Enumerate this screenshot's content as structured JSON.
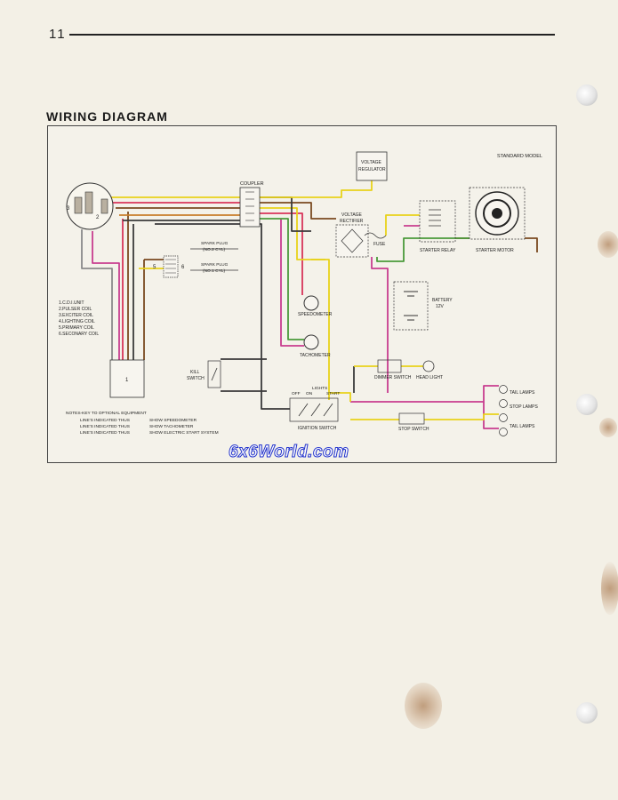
{
  "page": {
    "number": "11"
  },
  "title": "WIRING DIAGRAM",
  "watermark": "6x6World.com",
  "diagram": {
    "model": "STANDARD MODEL",
    "voltage_regulator": [
      "VOLTAGE",
      "REGULATOR"
    ],
    "coupler": "COUPLER",
    "voltage_rectifier": [
      "VOLTAGE",
      "RECTIFIER"
    ],
    "fuse": "FUSE",
    "starter_relay": "STARTER RELAY",
    "starter_motor": "STARTER MOTOR",
    "spark_plug_2": [
      "SPARK PLUG",
      "(NO.2 CYL)"
    ],
    "spark_plug_1": [
      "SPARK PLUG",
      "(NO.1 CYL)"
    ],
    "battery": [
      "BATTERY",
      "12V"
    ],
    "speedometer": "SPEEDOMETER",
    "tachometer": "TACHOMETER",
    "kill_switch": [
      "KILL",
      "SWITCH"
    ],
    "lights": "LIGHTS",
    "switch_positions": [
      "OFF",
      "ON",
      "START"
    ],
    "ignition_switch": "IGNITION SWITCH",
    "dimmer_switch": "DIMMER SWITCH",
    "head_light": "HEAD LIGHT",
    "stop_switch": "STOP SWITCH",
    "tail_lamps_1": "TAIL LAMPS",
    "stop_lamps": "STOP LAMPS",
    "tail_lamps_2": "TAIL LAMPS",
    "legend": [
      "1.C.D.I.UNIT",
      "2.PULSER COIL",
      "3.EXCITER COIL",
      "4.LIGHTING COIL",
      "5.PRIMARY COIL",
      "6.SECONARY COIL"
    ],
    "notes_title": "NOTES-KEY TO OPTIONAL EQUIPMENT",
    "notes": [
      {
        "line": "LINE'S INDICATED THUS",
        "meaning": "SHOW SPEEDOMETER"
      },
      {
        "line": "LINE'S INDICATED THUS",
        "meaning": "SHOW TACHOMETER"
      },
      {
        "line": "LINE'S INDICATED THUS",
        "meaning": "SHOW ELECTRIC START SYSTEM"
      }
    ],
    "component_numbers": {
      "pulser": "2",
      "exciter": "3",
      "cdi": "1",
      "primary": "5",
      "secondary": "6"
    }
  },
  "wire_colors": {
    "yellow": "#e8d21a",
    "red": "#d8345a",
    "magenta": "#c83d8f",
    "brown": "#7a4a20",
    "black": "#3a3a3a",
    "green": "#4a9a3a",
    "gray": "#8a8a8a",
    "orange": "#c87e2a"
  }
}
